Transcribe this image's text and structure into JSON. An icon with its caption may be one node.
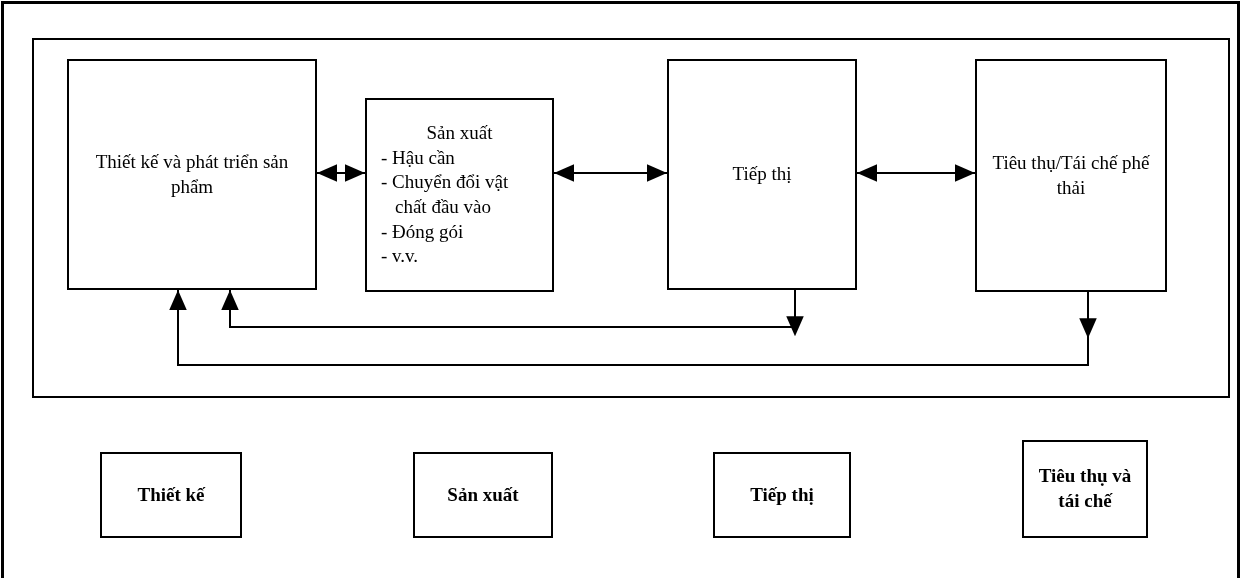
{
  "diagram": {
    "nodes": [
      {
        "text": [],
        "shape": "box"
      },
      {
        "text": [
          "Thiết kế và phát triển sản phẩm"
        ],
        "in": 0
      },
      {
        "text": [
          "Sản xuất",
          "- Hậu cần",
          "- Chuyển đổi vật chất đầu vào",
          "- Đóng gói",
          "- v.v."
        ],
        "in": 0
      },
      {
        "text": [
          "Tiếp thị"
        ],
        "in": 0
      },
      {
        "text": [
          "Tiêu thụ/Tái chế phế thải"
        ],
        "in": 0
      },
      {
        "text": [
          "Thiết kế"
        ]
      },
      {
        "text": [
          "Sản xuất"
        ]
      },
      {
        "text": [
          "Tiếp thị"
        ]
      },
      {
        "text": [
          "Tiêu thụ và tái chế"
        ]
      }
    ],
    "edges": [
      {
        "from": 1,
        "to": 2,
        "arrow": "both"
      },
      {
        "from": 2,
        "to": 3,
        "arrow": "both"
      },
      {
        "from": 3,
        "to": 4,
        "arrow": "both"
      },
      {
        "from": 3,
        "to": 1,
        "arrow": "to"
      },
      {
        "from": 4,
        "to": 1,
        "arrow": "to"
      }
    ]
  }
}
